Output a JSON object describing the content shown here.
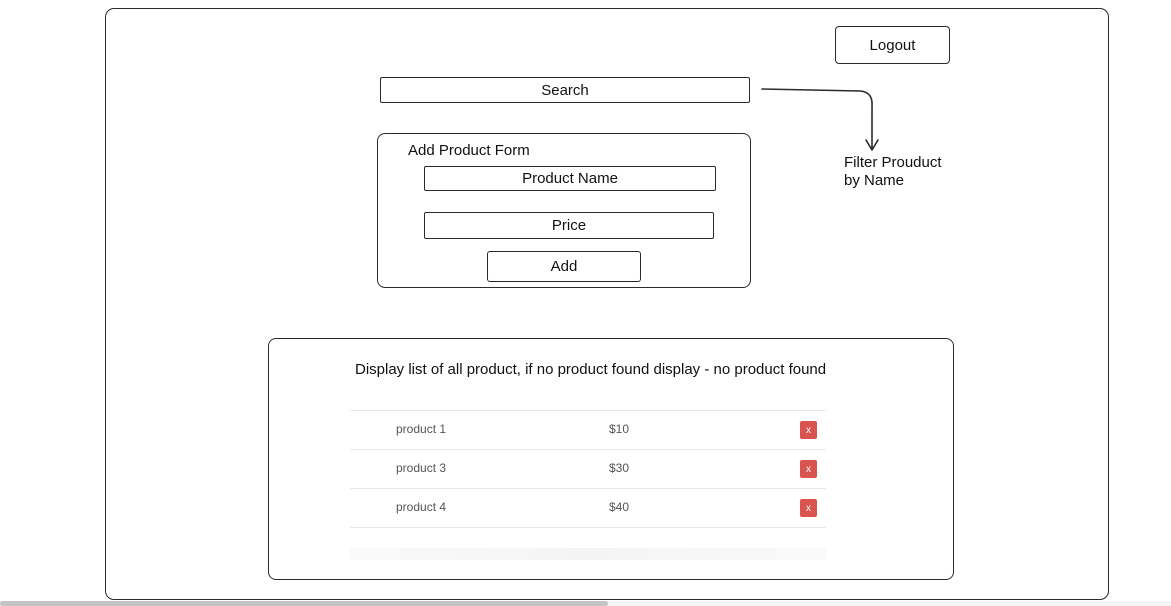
{
  "header": {
    "logout_label": "Logout"
  },
  "search": {
    "placeholder": "Search"
  },
  "form": {
    "title": "Add Product Form",
    "name_placeholder": "Product Name",
    "price_placeholder": "Price",
    "add_label": "Add"
  },
  "annotation": {
    "line1": "Filter Prouduct",
    "line2": "by Name"
  },
  "list": {
    "caption": "Display list of all product, if no product found display - no product found",
    "rows": [
      {
        "name": "product 1",
        "price": "$10",
        "delete_label": "x"
      },
      {
        "name": "product 3",
        "price": "$30",
        "delete_label": "x"
      },
      {
        "name": "product 4",
        "price": "$40",
        "delete_label": "x"
      }
    ]
  },
  "colors": {
    "delete_button": "#d9534f",
    "sketch_stroke": "#2b2b2b"
  }
}
